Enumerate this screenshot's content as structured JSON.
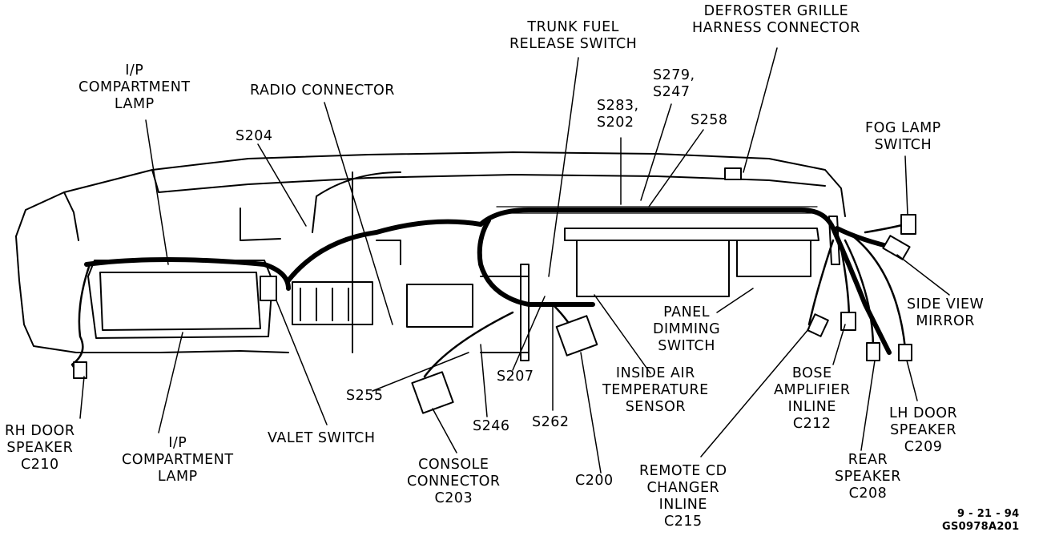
{
  "labels": {
    "trunk_fuel": [
      "TRUNK FUEL",
      "RELEASE SWITCH"
    ],
    "defroster": [
      "DEFROSTER GRILLE",
      "HARNESS CONNECTOR"
    ],
    "ip_lamp_top": [
      "I/P",
      "COMPARTMENT",
      "LAMP"
    ],
    "radio": [
      "RADIO CONNECTOR"
    ],
    "s279": [
      "S279,",
      "S247"
    ],
    "s283": [
      "S283,",
      "S202"
    ],
    "s258": [
      "S258"
    ],
    "s204": [
      "S204"
    ],
    "fog_lamp": [
      "FOG LAMP",
      "SWITCH"
    ],
    "side_view": [
      "SIDE VIEW",
      "MIRROR"
    ],
    "panel_dimming": [
      "PANEL",
      "DIMMING",
      "SWITCH"
    ],
    "inside_air": [
      "INSIDE AIR",
      "TEMPERATURE",
      "SENSOR"
    ],
    "s207": [
      "S207"
    ],
    "s255": [
      "S255"
    ],
    "s246": [
      "S246"
    ],
    "s262": [
      "S262"
    ],
    "bose": [
      "BOSE",
      "AMPLIFIER",
      "INLINE",
      "C212"
    ],
    "lh_door": [
      "LH DOOR",
      "SPEAKER",
      "C209"
    ],
    "rh_door": [
      "RH DOOR",
      "SPEAKER",
      "C210"
    ],
    "ip_lamp_bottom": [
      "I/P",
      "COMPARTMENT",
      "LAMP"
    ],
    "valet": [
      "VALET SWITCH"
    ],
    "console": [
      "CONSOLE",
      "CONNECTOR",
      "C203"
    ],
    "c200": [
      "C200"
    ],
    "remote_cd": [
      "REMOTE CD",
      "CHANGER",
      "INLINE",
      "C215"
    ],
    "rear_speaker": [
      "REAR",
      "SPEAKER",
      "C208"
    ]
  },
  "footer": {
    "date": "9 - 21 - 94",
    "code": "GS0978A201"
  }
}
